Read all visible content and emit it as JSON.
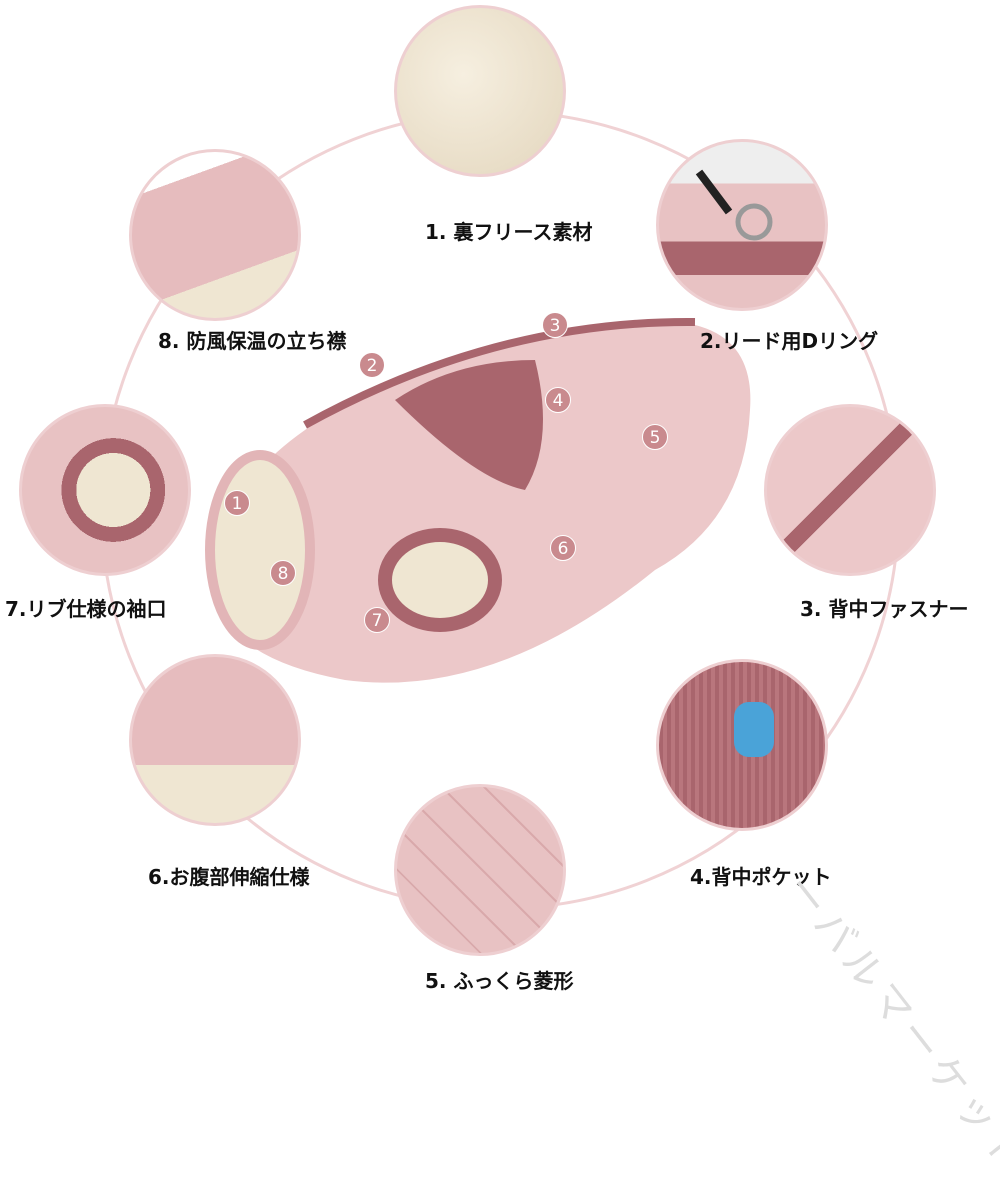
{
  "features": [
    {
      "label": "1. 裏フリース素材",
      "marker": "1"
    },
    {
      "label": "2.リード用Dリング",
      "marker": "2"
    },
    {
      "label": "3. 背中ファスナー",
      "marker": "3"
    },
    {
      "label": "4.背中ポケット",
      "marker": "4"
    },
    {
      "label": "5. ふっくら菱形",
      "marker": "5"
    },
    {
      "label": "6.お腹部伸縮仕様",
      "marker": "6"
    },
    {
      "label": "7.リブ仕様の袖口",
      "marker": "7"
    },
    {
      "label": "8. 防風保温の立ち襟",
      "marker": "8"
    }
  ],
  "watermark": "ーバルマーケット",
  "colors": {
    "pink": "#e9c3c4",
    "rib": "#a9656d",
    "fleece": "#efe6d2",
    "marker": "#c98a8e"
  }
}
